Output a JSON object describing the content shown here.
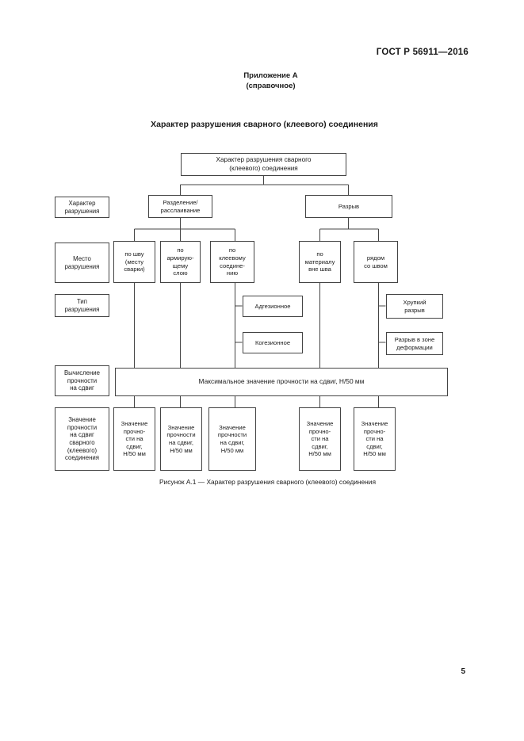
{
  "header": {
    "standard_number": "ГОСТ Р 56911—2016",
    "appendix_label": "Приложение А",
    "appendix_kind": "(справочное)",
    "document_title": "Характер разрушения сварного (клеевого) соединения"
  },
  "figure": {
    "caption": "Рисунок А.1 — Характер разрушения сварного (клеевого) соединения",
    "root": "Характер разрушения сварного\n(клеевого) соединения",
    "row_labels": [
      "Характер\nразрушения",
      "Место\nразрушения",
      "Тип\nразрушения",
      "Вычисление\nпрочности\nна сдвиг",
      "Значение\nпрочности\nна сдвиг\nсварного\n(клеевого)\nсоединения"
    ],
    "level1": [
      "Разделение/\nрасслаивание",
      "Разрыв"
    ],
    "level2_separation": [
      "по шву\n(месту\nсварки)",
      "по\nармирую-\nщему\nслою",
      "по\nклеевому\nсоедине-\nнию"
    ],
    "level2_rupture": [
      "по\nматериалу\nвне шва",
      "рядом\nсо швом"
    ],
    "adhesive_types": [
      "Адгезионное",
      "Когезионное"
    ],
    "rupture_types": [
      "Хрупкий\nразрыв",
      "Разрыв в зоне\nдеформации"
    ],
    "summary_bar": "Максимальное значение прочности на сдвиг, Н/50 мм",
    "results": [
      "Значение\nпрочно-\nсти на\nсдвиг,\nН/50 мм",
      "Значение\nпрочности\nна сдвиг,\nН/50 мм",
      "Значение\nпрочности\nна сдвиг,\nН/50 мм",
      "Значение\nпрочно-\nсти на\nсдвиг,\nН/50 мм",
      "Значение\nпрочно-\nсти на\nсдвиг,\nН/50 мм"
    ]
  },
  "footer": {
    "page_number": "5"
  },
  "colors": {
    "text": "#1a1a1a",
    "border": "#444444",
    "background": "#ffffff"
  }
}
